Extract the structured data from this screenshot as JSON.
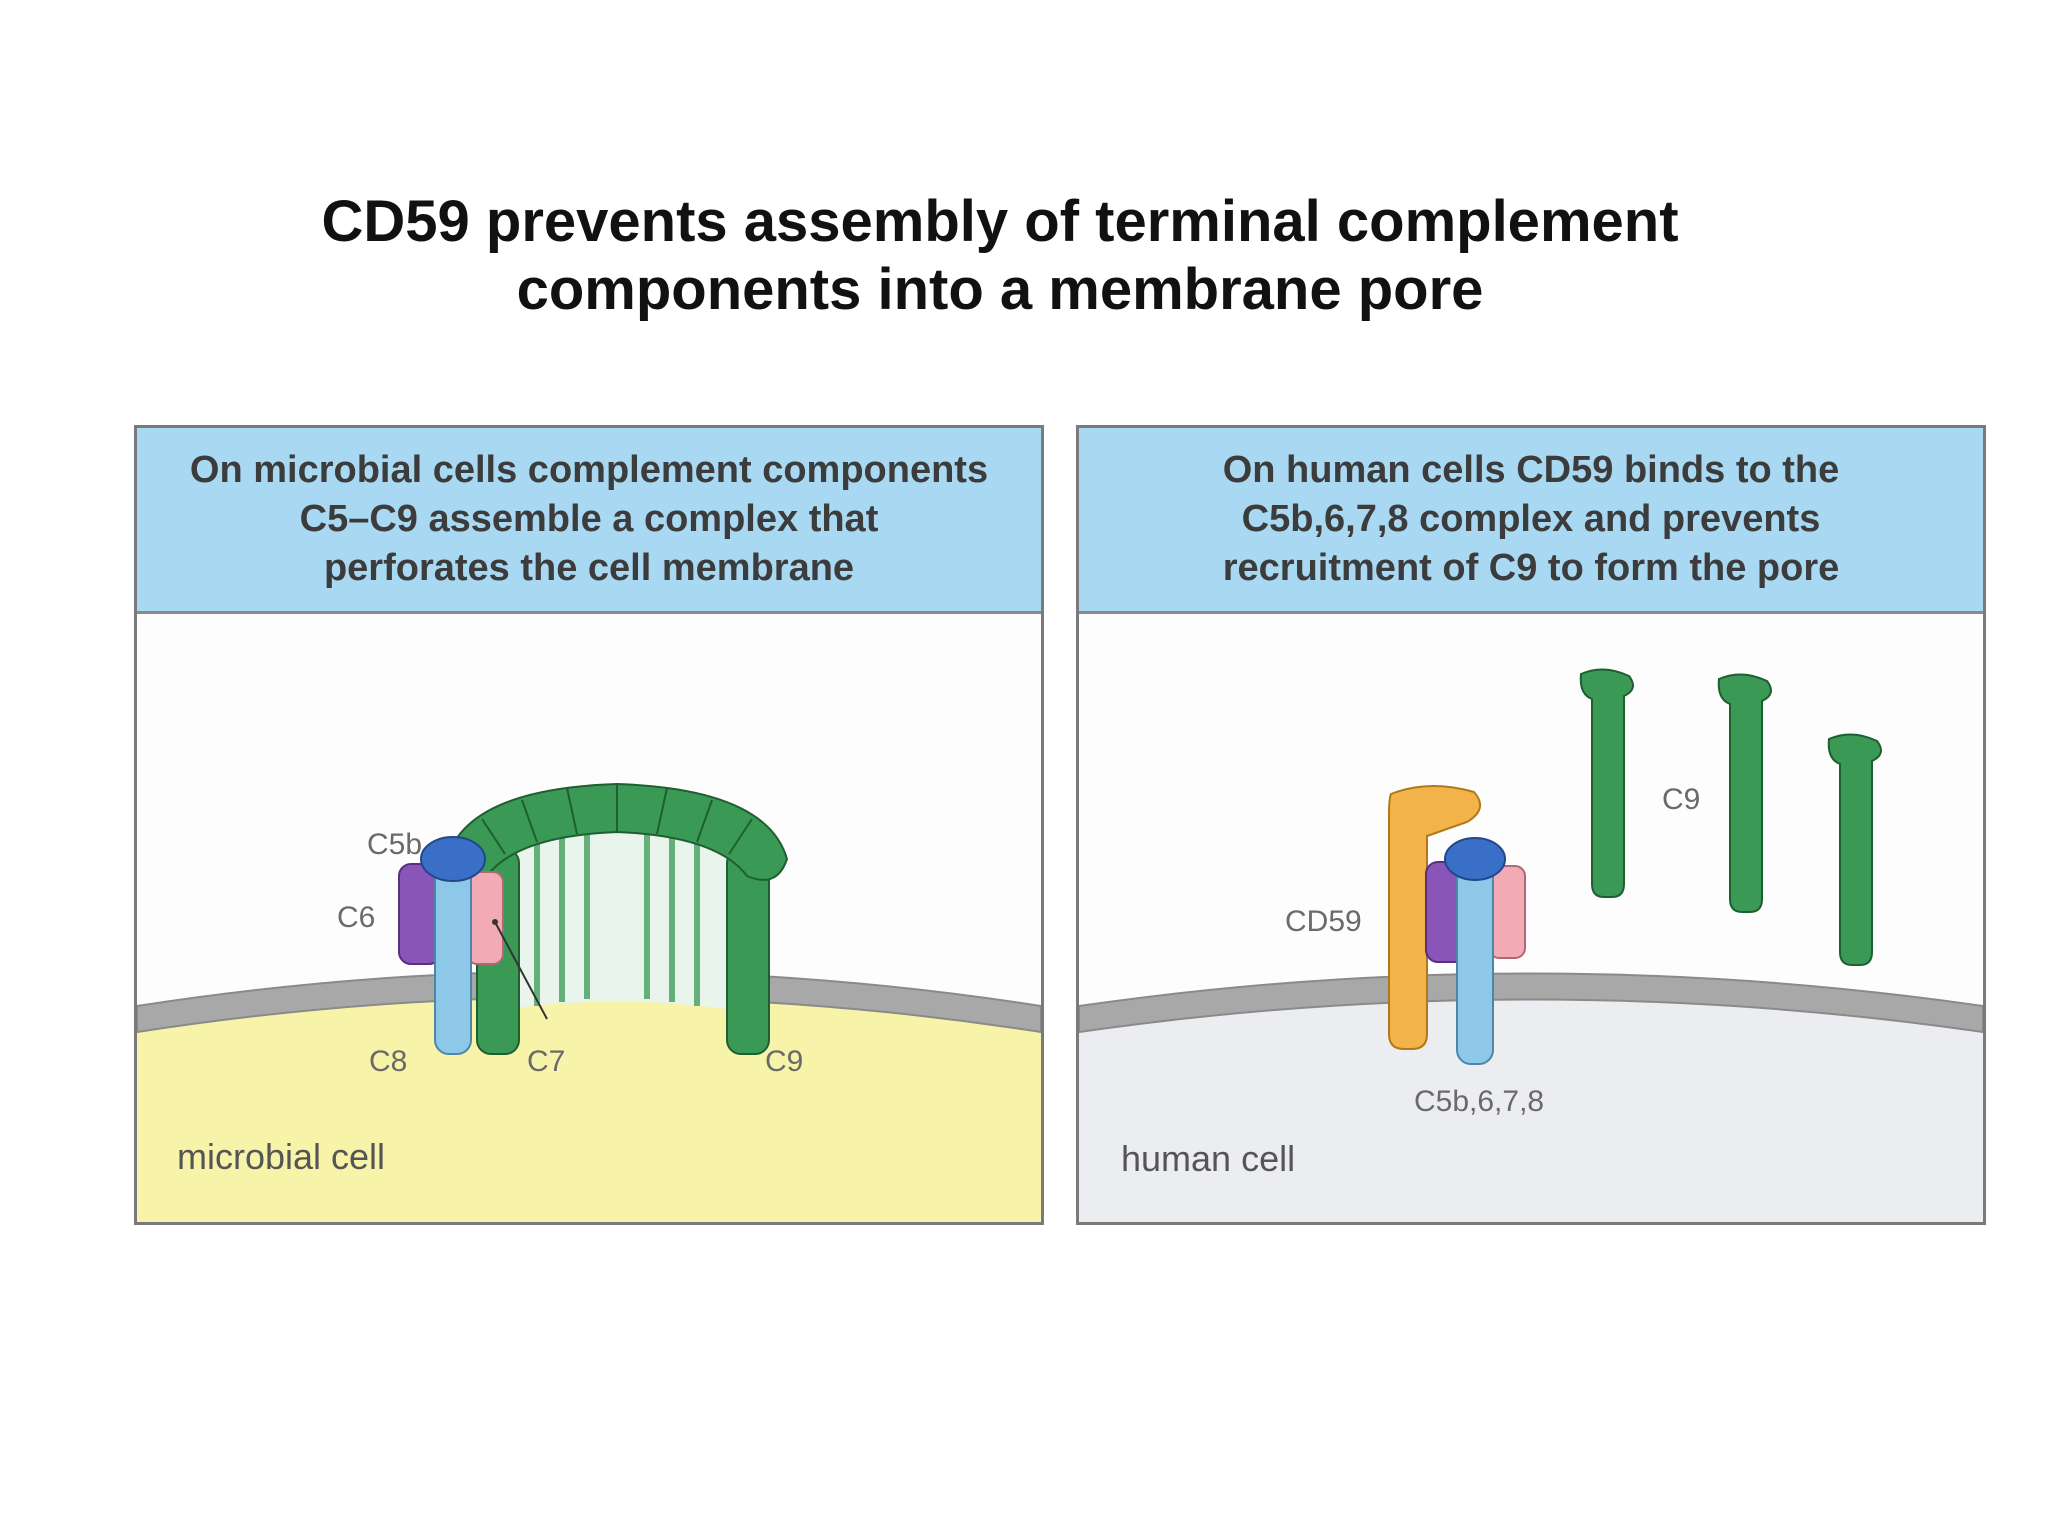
{
  "title": {
    "line1": "CD59 prevents assembly of terminal complement",
    "line2": "components into a membrane pore"
  },
  "left_panel": {
    "header": {
      "line1": "On microbial cells complement components",
      "line2": "C5–C9 assemble a complex that",
      "line3": "perforates the cell membrane"
    },
    "labels": {
      "c5b": "C5b",
      "c6": "C6",
      "c7": "C7",
      "c8": "C8",
      "c9": "C9"
    },
    "cell_label": "microbial cell"
  },
  "right_panel": {
    "header": {
      "line1": "On human cells CD59 binds to the",
      "line2": "C5b,6,7,8 complex and prevents",
      "line3": "recruitment of C9 to form the pore"
    },
    "labels": {
      "cd59": "CD59",
      "c9": "C9",
      "complex": "C5b,6,7,8"
    },
    "cell_label": "human cell"
  },
  "colors": {
    "header_bg": "#a9d8f2",
    "microbial_cell": "#f7f3a8",
    "human_cell": "#ecedf0",
    "membrane": "#a8a8a8",
    "c9_green": "#3a9a55",
    "c8_blue": "#8ec8e8",
    "c5b_blue": "#3a6fc8",
    "c6_purple": "#8a55b8",
    "c7_pink": "#f2aab4",
    "cd59_orange": "#f2b44a"
  }
}
